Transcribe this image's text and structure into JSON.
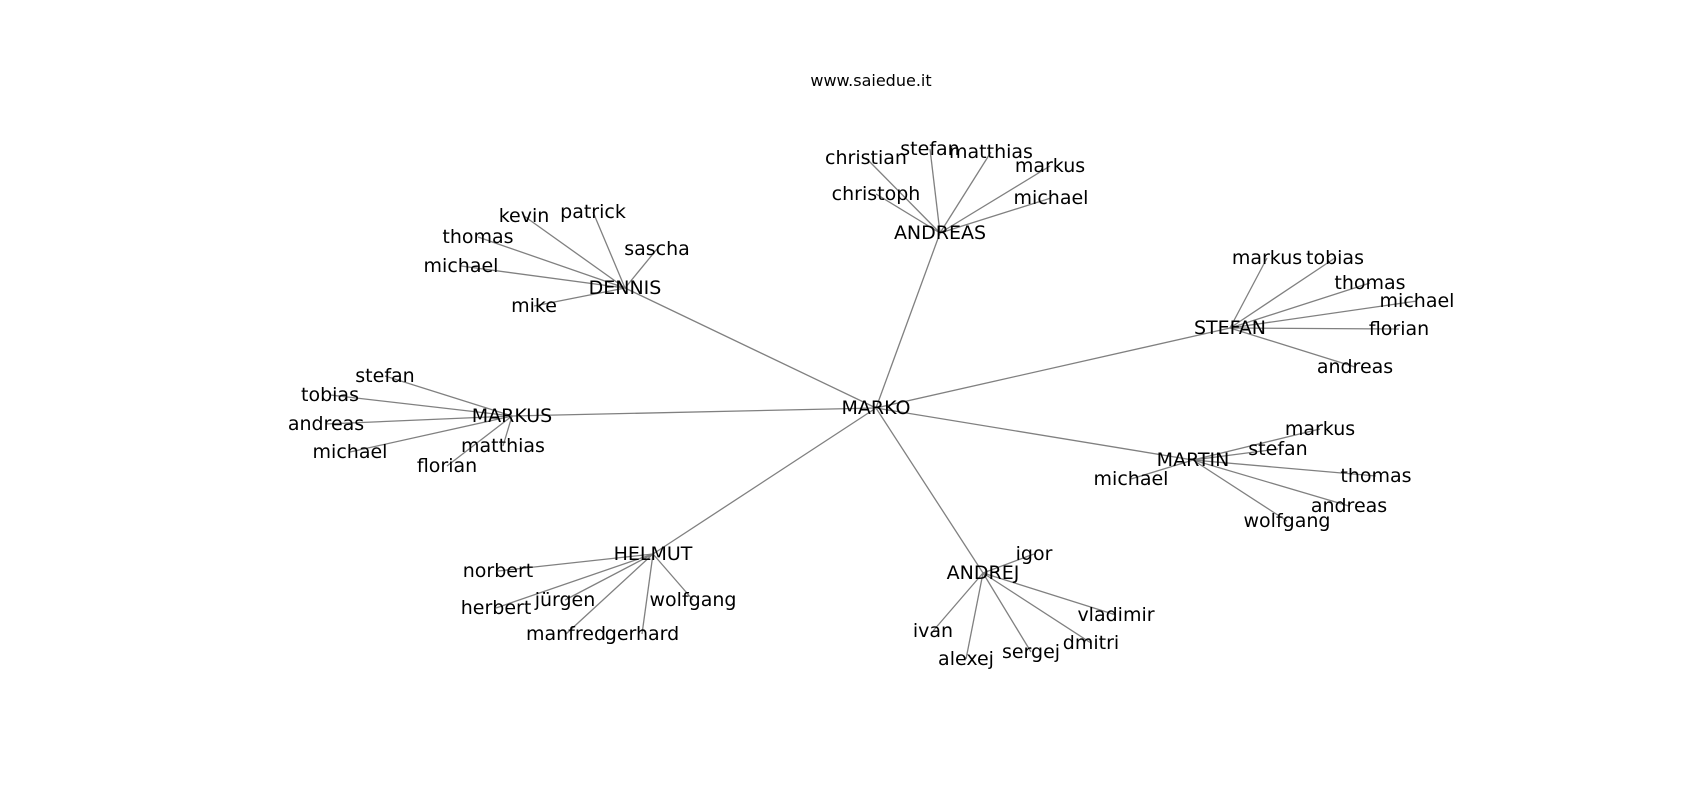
{
  "header": {
    "title": "www.saiedue.it"
  },
  "graph": {
    "edge_color": "#808080",
    "label_color": "#000000",
    "root": "MARKO",
    "hubs": [
      {
        "name": "DENNIS",
        "leaves": [
          "kevin",
          "patrick",
          "sascha",
          "thomas",
          "michael",
          "mike"
        ]
      },
      {
        "name": "ANDREAS",
        "leaves": [
          "christian",
          "stefan",
          "matthias",
          "markus",
          "michael",
          "christoph"
        ]
      },
      {
        "name": "STEFAN",
        "leaves": [
          "markus",
          "tobias",
          "thomas",
          "michael",
          "florian",
          "andreas"
        ]
      },
      {
        "name": "MARKUS",
        "leaves": [
          "stefan",
          "tobias",
          "andreas",
          "michael",
          "matthias",
          "florian"
        ]
      },
      {
        "name": "MARTIN",
        "leaves": [
          "markus",
          "stefan",
          "michael",
          "thomas",
          "andreas",
          "wolfgang"
        ]
      },
      {
        "name": "HELMUT",
        "leaves": [
          "norbert",
          "herbert",
          "jürgen",
          "wolfgang",
          "manfred",
          "gerhard"
        ]
      },
      {
        "name": "ANDREJ",
        "leaves": [
          "igor",
          "vladimir",
          "ivan",
          "alexej",
          "sergej",
          "dmitri"
        ]
      }
    ]
  }
}
